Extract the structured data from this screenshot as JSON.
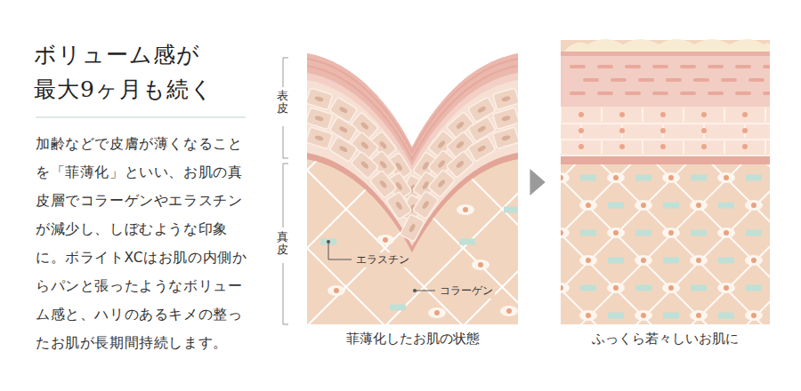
{
  "diagram": {
    "title": "ボリューム感が 最大9ヶ月も続く",
    "nodes": [
      {
        "text": [
          "菲薄化したお肌の状態"
        ]
      },
      {
        "text": [
          "ふっくら若々しいお肌に"
        ]
      }
    ],
    "edges": [
      {
        "from": 0,
        "to": 1,
        "arrow": "to"
      }
    ],
    "labels": [
      "加齢などで皮膚が薄くなることを「菲薄化」といい、お肌の真皮層でコラーゲンやエラスチンが減少し、しぼむような印象に。ボライトXCはお肌の内側からパンと張ったようなボリューム感と、ハリのあるキメの整ったお肌が長期間持続します。",
      "表皮",
      "真皮",
      "エラスチン",
      "コラーゲン"
    ]
  }
}
